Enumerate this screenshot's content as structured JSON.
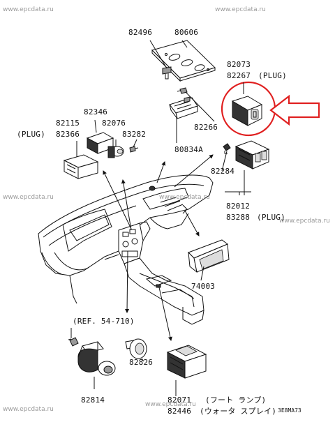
{
  "watermarks": [
    "www.epcdata.ru",
    "www.epcdata.ru",
    "www.epcdata.ru",
    "www.epcdata.ru",
    "www.epcdata.ru",
    "www.epcdata.ru",
    "www.epcdata.ru"
  ],
  "labels": {
    "p82496": "82496",
    "p80606": "80606",
    "p82073": "82073",
    "p82267": "82267",
    "plug_82267": "(PLUG)",
    "p82346": "82346",
    "p82115": "82115",
    "p82076": "82076",
    "plug_82366": "(PLUG)",
    "p82366": "82366",
    "p83282": "83282",
    "p82266": "82266",
    "p80834a": "80834A",
    "p82284": "82284",
    "p82012": "82012",
    "p83288": "83288",
    "plug_83288": "(PLUG)",
    "p74003": "74003",
    "ref": "(REF. 54-710)",
    "p82826": "82826",
    "p82814": "82814",
    "p82071": "82071",
    "p82071_desc": "(フート ランプ)",
    "p82446": "82446",
    "p82446_desc": "(ウォータ スプレイ)",
    "diagram_code": "3E8MA73"
  },
  "highlight_color": "#e02020"
}
